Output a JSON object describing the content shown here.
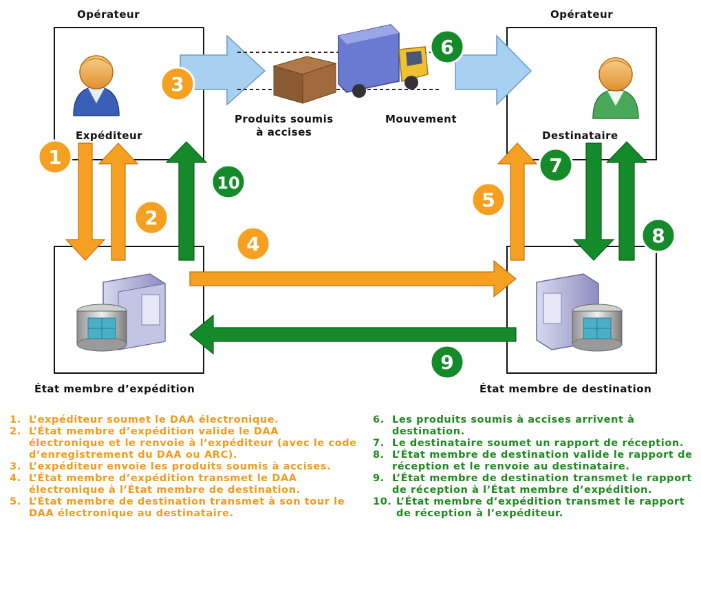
{
  "labels": {
    "operator_left": "Opérateur",
    "operator_right": "Opérateur",
    "consignor": "Expéditeur",
    "consignee": "Destinataire",
    "products": "Produits soumis\nà accises",
    "movement": "Mouvement",
    "state_dispatch": "État membre d’expédition",
    "state_destination": "État membre de destination"
  },
  "steps": [
    "1",
    "2",
    "3",
    "4",
    "5",
    "6",
    "7",
    "8",
    "9",
    "10"
  ],
  "colors": {
    "orange": "#f5a020",
    "green": "#158a2a",
    "light_blue": "#a8d0f0",
    "orange_text": "#f29a1a",
    "green_text": "#1e8a1e"
  },
  "legend": {
    "left": [
      {
        "num": "1.",
        "text": "L’expéditeur soumet le DAA électronique."
      },
      {
        "num": "2.",
        "text": "L’État membre d’expédition valide le DAA électronique et le renvoie à l’expéditeur (avec le code d’enregistrement du DAA ou ARC)."
      },
      {
        "num": "3.",
        "text": "L’expéditeur envoie les produits soumis à accises."
      },
      {
        "num": "4.",
        "text": "L’État membre d’expédition transmet le DAA électronique à l’État membre de destination."
      },
      {
        "num": "5.",
        "text": "L’État membre de destination transmet à son tour le DAA électronique au destinataire."
      }
    ],
    "right": [
      {
        "num": "6.",
        "text": "Les produits soumis à accises arrivent à destination."
      },
      {
        "num": "7.",
        "text": "Le destinataire soumet un rapport de réception."
      },
      {
        "num": "8.",
        "text": "L’État membre de destination valide le rapport de réception et le renvoie au destinataire."
      },
      {
        "num": "9.",
        "text": "L’État membre de destination transmet le rapport de réception à l’État membre d’expédition."
      },
      {
        "num": "10.",
        "text": "L’État membre d’expédition transmet le rapport de réception à l’expéditeur."
      }
    ]
  }
}
